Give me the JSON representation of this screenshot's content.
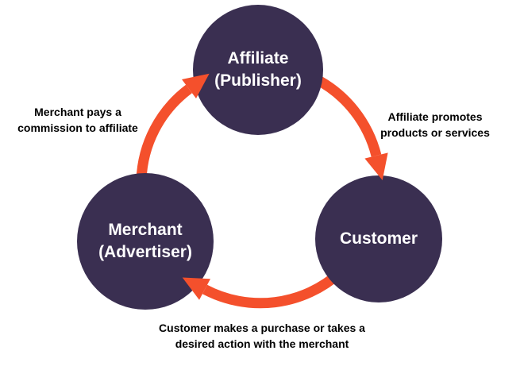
{
  "colors": {
    "background": "#ffffff",
    "circle": "#3a2f51",
    "arrow": "#f4502c",
    "circle_text": "#ffffff",
    "label_text": "#000000"
  },
  "nodes": {
    "affiliate": {
      "line1": "Affiliate",
      "line2": "(Publisher)"
    },
    "customer": {
      "line1": "Customer"
    },
    "merchant": {
      "line1": "Merchant",
      "line2": "(Advertiser)"
    }
  },
  "edges": {
    "affiliate_to_customer": {
      "label_line1": "Affiliate promotes",
      "label_line2": "products or services"
    },
    "customer_to_merchant": {
      "label_line1": "Customer makes a purchase or takes a",
      "label_line2": "desired action with the merchant"
    },
    "merchant_to_affiliate": {
      "label_line1": "Merchant pays a",
      "label_line2": "commission to affiliate"
    }
  }
}
